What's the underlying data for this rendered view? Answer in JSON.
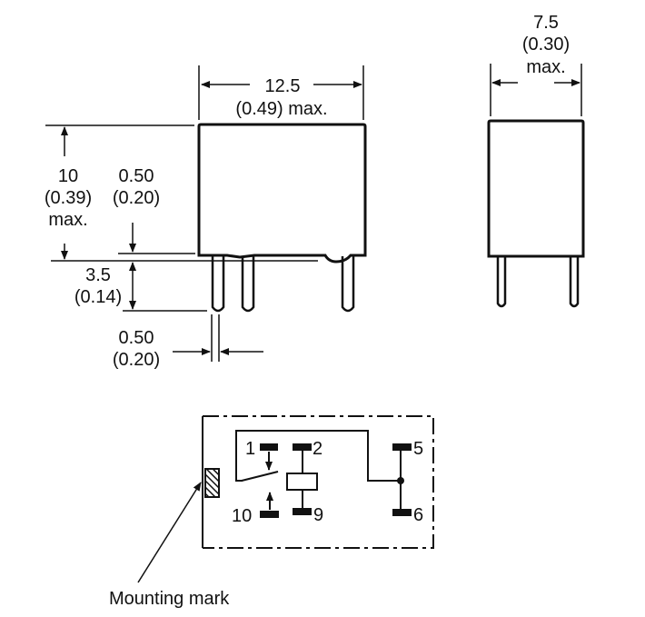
{
  "front_view": {
    "width": "12.5",
    "width_in": "(0.49) max.",
    "height": "10",
    "height_in": "(0.39)",
    "height_max": "max.",
    "pin_offset": "0.50",
    "pin_offset_in": "(0.20)",
    "pin_length": "3.5",
    "pin_length_in": "(0.14)",
    "pin_width": "0.50",
    "pin_width_in": "(0.20)"
  },
  "side_view": {
    "depth": "7.5",
    "depth_in": "(0.30)",
    "depth_max": "max."
  },
  "pinout": {
    "pins": [
      "1",
      "2",
      "5",
      "10",
      "9",
      "6"
    ],
    "mounting_mark_label": "Mounting mark"
  }
}
